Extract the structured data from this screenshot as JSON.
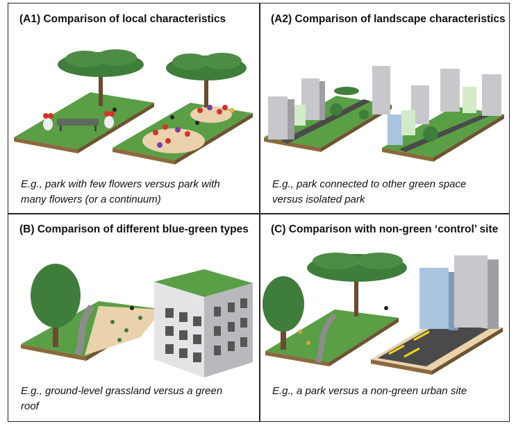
{
  "panels": {
    "a1": {
      "title": "(A1) Comparison of local characteristics",
      "caption_line1": "E.g., park with few flowers versus park with",
      "caption_line2": "many flowers (or a continuum)"
    },
    "a2": {
      "title": "(A2) Comparison of landscape characteristics",
      "caption_line1": "E.g., park connected to other green space",
      "caption_line2": "versus isolated park"
    },
    "b": {
      "title": "(B) Comparison of different blue-green types",
      "caption_line1": "E.g., ground-level grassland versus a green",
      "caption_line2": "roof"
    },
    "c": {
      "title": "(C) Comparison with non-green ‘control’ site",
      "caption_line1": "E.g., a park versus a non-green urban site",
      "caption_line2": ""
    }
  },
  "colors": {
    "grass": "#5a9e46",
    "grass_dark": "#3f7a31",
    "soil": "#8a6a3c",
    "tree": "#3f7d3a",
    "trunk": "#6b4a2f",
    "building": "#c8c8cc",
    "building_blue": "#a9c4e0",
    "building_green": "#d3ecc8",
    "road": "#4a4a4a",
    "sand": "#e9d2ac",
    "flower_red": "#d4332b"
  }
}
